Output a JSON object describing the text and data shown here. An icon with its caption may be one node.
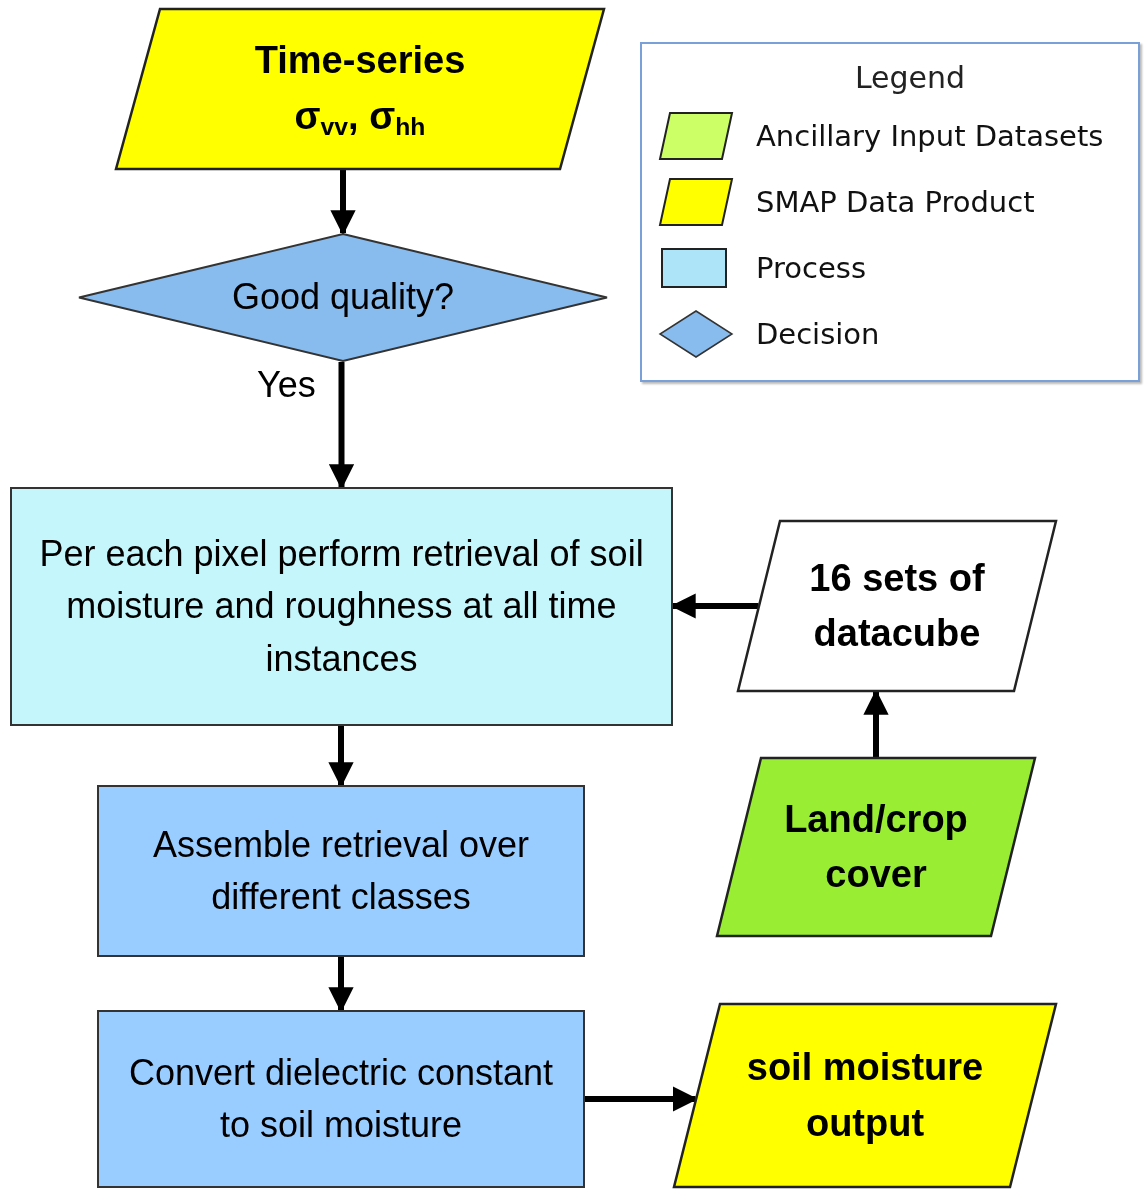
{
  "diagram": {
    "nodes": [
      {
        "text": [
          "Time-series",
          "σ$_{vv}$, σ$_{hh}$"
        ]
      },
      {
        "text": [
          "Good quality?"
        ]
      },
      {
        "text": [
          "Per each pixel perform retrieval of soil moisture and roughness at all time instances"
        ]
      },
      {
        "text": [
          "16 sets of datacube"
        ]
      },
      {
        "text": [
          "Land/crop cover"
        ]
      },
      {
        "text": [
          "Assemble retrieval over different classes"
        ]
      },
      {
        "text": [
          "Convert dielectric constant to soil moisture"
        ]
      },
      {
        "text": [
          "soil moisture output"
        ]
      }
    ],
    "edges": [
      {
        "from": 0,
        "to": 1,
        "arrow": "to"
      },
      {
        "from": 1,
        "to": 2,
        "arrow": "to",
        "label": "Yes"
      },
      {
        "from": 3,
        "to": 2,
        "arrow": "to"
      },
      {
        "from": 4,
        "to": 3,
        "arrow": "to"
      },
      {
        "from": 2,
        "to": 5,
        "arrow": "to"
      },
      {
        "from": 5,
        "to": 6,
        "arrow": "to"
      },
      {
        "from": 6,
        "to": 7,
        "arrow": "to"
      }
    ],
    "labels": [
      "Legend"
    ],
    "legend": [
      {
        "text": "Ancillary Input Datasets",
        "color": "#ccff66"
      },
      {
        "text": "SMAP Data Product",
        "color": "#ffff00"
      },
      {
        "text": "Process",
        "color": "#aee4f7"
      },
      {
        "text": "Decision"
      }
    ]
  }
}
